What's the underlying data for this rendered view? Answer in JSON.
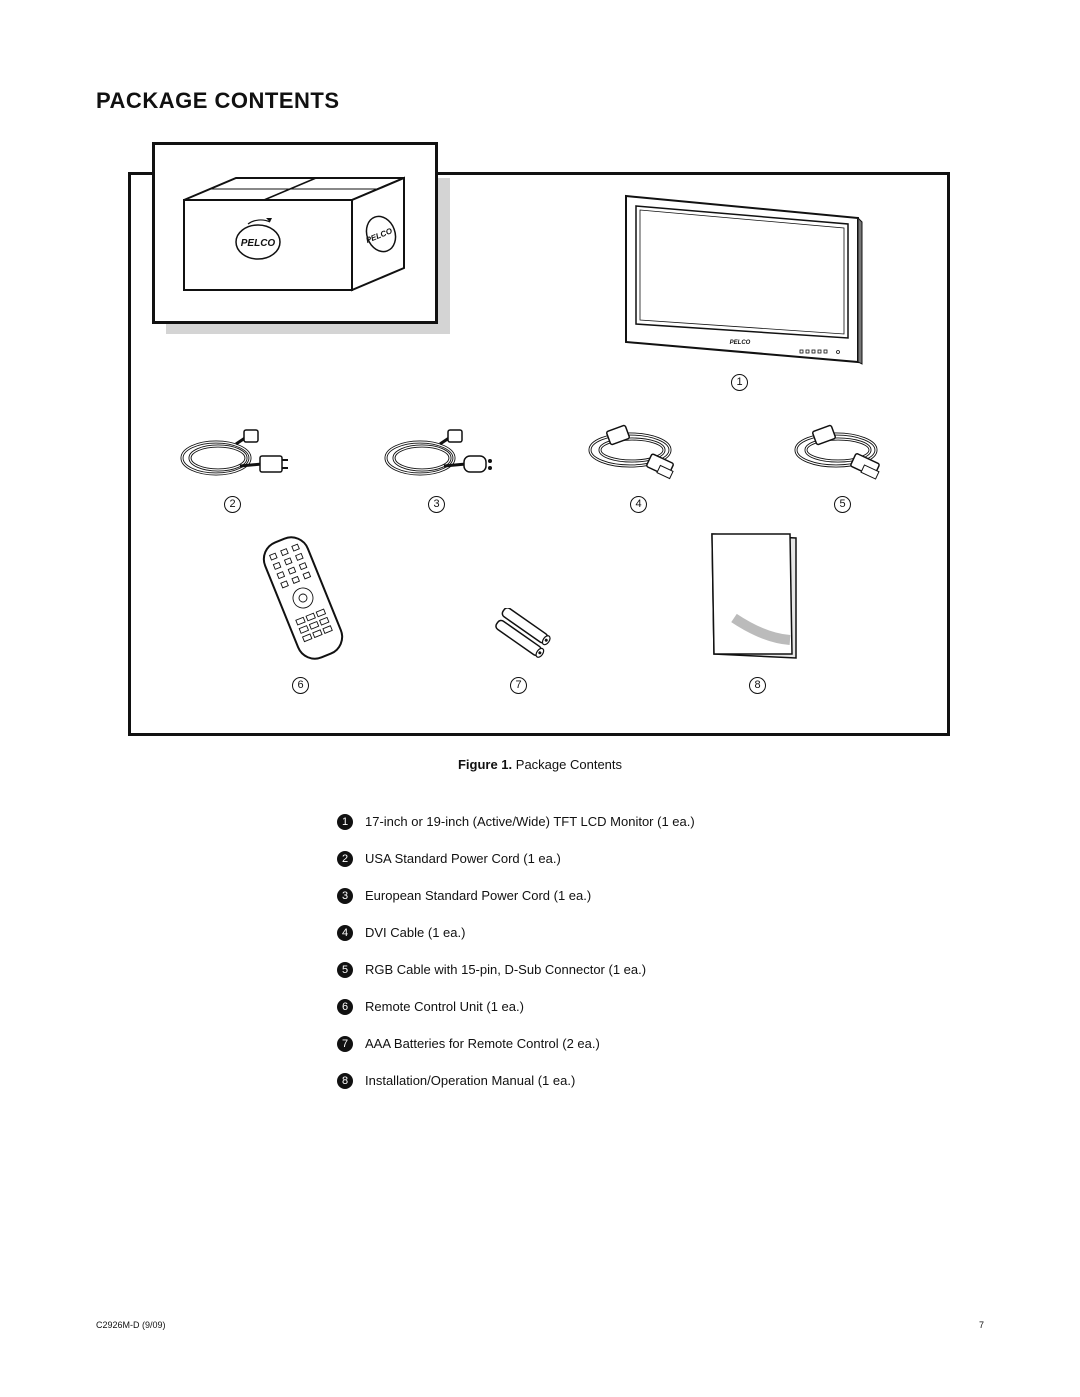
{
  "page": {
    "title": "PACKAGE CONTENTS"
  },
  "figure": {
    "box_logo_text": "PELCO",
    "monitor_logo_text": "PELCO",
    "callouts": [
      "1",
      "2",
      "3",
      "4",
      "5",
      "6",
      "7",
      "8"
    ],
    "caption_label": "Figure 1.",
    "caption_text": "Package Contents"
  },
  "contents": [
    {
      "num": "1",
      "text": "17-inch or 19-inch (Active/Wide) TFT LCD Monitor (1 ea.)"
    },
    {
      "num": "2",
      "text": "USA Standard Power Cord (1 ea.)"
    },
    {
      "num": "3",
      "text": "European Standard Power Cord (1 ea.)"
    },
    {
      "num": "4",
      "text": "DVI Cable (1 ea.)"
    },
    {
      "num": "5",
      "text": "RGB Cable with 15-pin, D-Sub Connector (1 ea.)"
    },
    {
      "num": "6",
      "text": "Remote Control Unit (1 ea.)"
    },
    {
      "num": "7",
      "text": "AAA Batteries for Remote Control (2 ea.)"
    },
    {
      "num": "8",
      "text": "Installation/Operation Manual (1 ea.)"
    }
  ],
  "footer": {
    "doc_code": "C2926M-D  (9/09)",
    "page_number": "7"
  }
}
